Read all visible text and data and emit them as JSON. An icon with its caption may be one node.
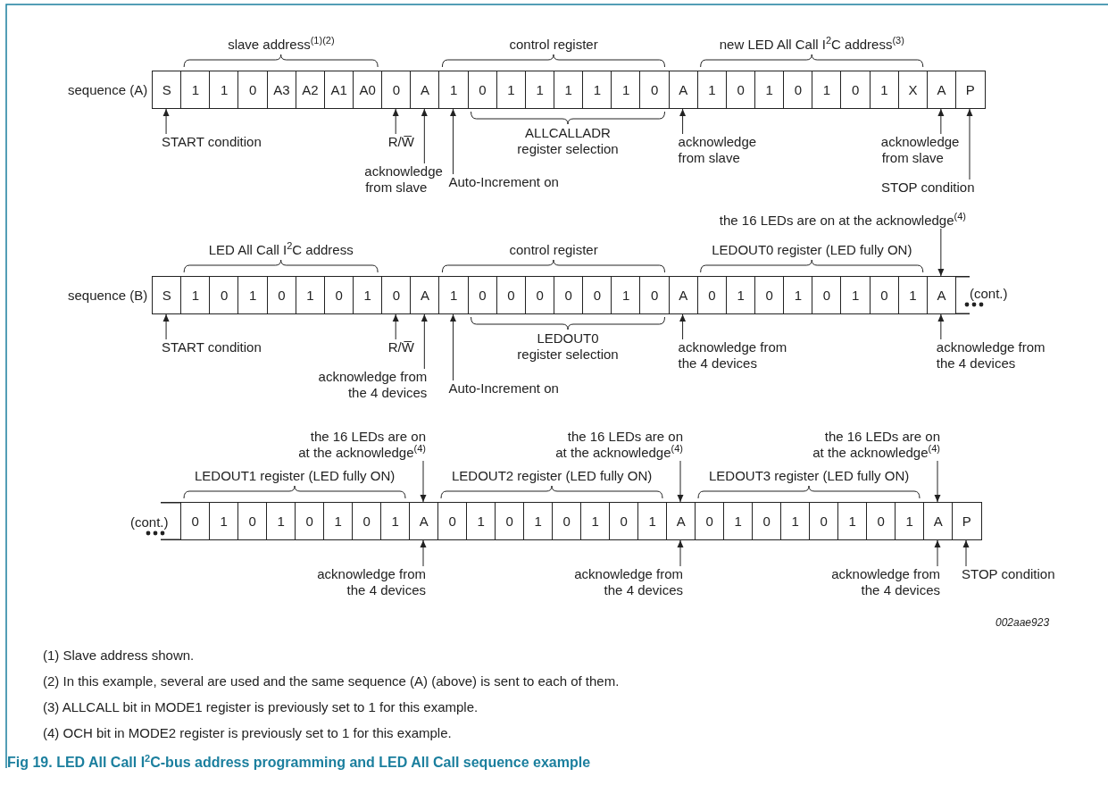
{
  "diagram": {
    "caption": "Fig 19. LED All Call I$^{2}$C-bus address programming and LED All Call sequence example",
    "nodes": [
      {
        "text": [
          "S"
        ]
      },
      {
        "text": [
          "1"
        ]
      },
      {
        "text": [
          "1"
        ]
      },
      {
        "text": [
          "0"
        ]
      },
      {
        "text": [
          "A3"
        ]
      },
      {
        "text": [
          "A2"
        ]
      },
      {
        "text": [
          "A1"
        ]
      },
      {
        "text": [
          "A0"
        ]
      },
      {
        "text": [
          "0"
        ]
      },
      {
        "text": [
          "A"
        ]
      },
      {
        "text": [
          "1"
        ]
      },
      {
        "text": [
          "0"
        ]
      },
      {
        "text": [
          "1"
        ]
      },
      {
        "text": [
          "1"
        ]
      },
      {
        "text": [
          "1"
        ]
      },
      {
        "text": [
          "1"
        ]
      },
      {
        "text": [
          "1"
        ]
      },
      {
        "text": [
          "0"
        ]
      },
      {
        "text": [
          "A"
        ]
      },
      {
        "text": [
          "1"
        ]
      },
      {
        "text": [
          "0"
        ]
      },
      {
        "text": [
          "1"
        ]
      },
      {
        "text": [
          "0"
        ]
      },
      {
        "text": [
          "1"
        ]
      },
      {
        "text": [
          "0"
        ]
      },
      {
        "text": [
          "1"
        ]
      },
      {
        "text": [
          "X"
        ]
      },
      {
        "text": [
          "A"
        ]
      },
      {
        "text": [
          "P"
        ]
      },
      {
        "text": [
          "S"
        ]
      },
      {
        "text": [
          "1"
        ]
      },
      {
        "text": [
          "0"
        ]
      },
      {
        "text": [
          "1"
        ]
      },
      {
        "text": [
          "0"
        ]
      },
      {
        "text": [
          "1"
        ]
      },
      {
        "text": [
          "0"
        ]
      },
      {
        "text": [
          "1"
        ]
      },
      {
        "text": [
          "0"
        ]
      },
      {
        "text": [
          "A"
        ]
      },
      {
        "text": [
          "1"
        ]
      },
      {
        "text": [
          "0"
        ]
      },
      {
        "text": [
          "0"
        ]
      },
      {
        "text": [
          "0"
        ]
      },
      {
        "text": [
          "0"
        ]
      },
      {
        "text": [
          "0"
        ]
      },
      {
        "text": [
          "1"
        ]
      },
      {
        "text": [
          "0"
        ]
      },
      {
        "text": [
          "A"
        ]
      },
      {
        "text": [
          "0"
        ]
      },
      {
        "text": [
          "1"
        ]
      },
      {
        "text": [
          "0"
        ]
      },
      {
        "text": [
          "1"
        ]
      },
      {
        "text": [
          "0"
        ]
      },
      {
        "text": [
          "1"
        ]
      },
      {
        "text": [
          "0"
        ]
      },
      {
        "text": [
          "1"
        ]
      },
      {
        "text": [
          "A"
        ]
      },
      {
        "text": [
          "0"
        ]
      },
      {
        "text": [
          "1"
        ]
      },
      {
        "text": [
          "0"
        ]
      },
      {
        "text": [
          "1"
        ]
      },
      {
        "text": [
          "0"
        ]
      },
      {
        "text": [
          "1"
        ]
      },
      {
        "text": [
          "0"
        ]
      },
      {
        "text": [
          "1"
        ]
      },
      {
        "text": [
          "A"
        ]
      },
      {
        "text": [
          "0"
        ]
      },
      {
        "text": [
          "1"
        ]
      },
      {
        "text": [
          "0"
        ]
      },
      {
        "text": [
          "1"
        ]
      },
      {
        "text": [
          "0"
        ]
      },
      {
        "text": [
          "1"
        ]
      },
      {
        "text": [
          "0"
        ]
      },
      {
        "text": [
          "1"
        ]
      },
      {
        "text": [
          "A"
        ]
      },
      {
        "text": [
          "0"
        ]
      },
      {
        "text": [
          "1"
        ]
      },
      {
        "text": [
          "0"
        ]
      },
      {
        "text": [
          "1"
        ]
      },
      {
        "text": [
          "0"
        ]
      },
      {
        "text": [
          "1"
        ]
      },
      {
        "text": [
          "0"
        ]
      },
      {
        "text": [
          "1"
        ]
      },
      {
        "text": [
          "A"
        ]
      },
      {
        "text": [
          "P"
        ]
      },
      {
        "text": [
          "START condition"
        ]
      },
      {
        "text": [
          "R/W̅"
        ]
      },
      {
        "text": [
          "acknowledge from slave"
        ]
      },
      {
        "text": [
          "Auto-Increment on"
        ]
      },
      {
        "text": [
          "acknowledge from slave"
        ]
      },
      {
        "text": [
          "acknowledge from slave"
        ]
      },
      {
        "text": [
          "STOP condition"
        ]
      },
      {
        "text": [
          "the 16 LEDs are on at the acknowledge$^{(4)}$"
        ]
      },
      {
        "text": [
          "START condition"
        ]
      },
      {
        "text": [
          "R/W̅"
        ]
      },
      {
        "text": [
          "acknowledge from the 4 devices"
        ]
      },
      {
        "text": [
          "Auto-Increment on"
        ]
      },
      {
        "text": [
          "acknowledge from the 4 devices"
        ]
      },
      {
        "text": [
          "acknowledge from the 4 devices"
        ]
      },
      {
        "text": [
          "the 16 LEDs are on at the acknowledge$^{(4)}$"
        ]
      },
      {
        "text": [
          "acknowledge from the 4 devices"
        ]
      },
      {
        "text": [
          "the 16 LEDs are on at the acknowledge$^{(4)}$"
        ]
      },
      {
        "text": [
          "acknowledge from the 4 devices"
        ]
      },
      {
        "text": [
          "the 16 LEDs are on at the acknowledge$^{(4)}$"
        ]
      },
      {
        "text": [
          "acknowledge from the 4 devices"
        ]
      },
      {
        "text": [
          "STOP condition"
        ]
      }
    ],
    "edges": [
      {
        "from": 85,
        "to": 0,
        "arrow": "to"
      },
      {
        "from": 86,
        "to": 8,
        "arrow": "to"
      },
      {
        "from": 87,
        "to": 9,
        "arrow": "to"
      },
      {
        "from": 88,
        "to": 10,
        "arrow": "to"
      },
      {
        "from": 89,
        "to": 18,
        "arrow": "to"
      },
      {
        "from": 90,
        "to": 27,
        "arrow": "to"
      },
      {
        "from": 91,
        "to": 28,
        "arrow": "to"
      },
      {
        "from": 92,
        "to": 56,
        "arrow": "to"
      },
      {
        "from": 93,
        "to": 29,
        "arrow": "to"
      },
      {
        "from": 94,
        "to": 37,
        "arrow": "to"
      },
      {
        "from": 95,
        "to": 38,
        "arrow": "to"
      },
      {
        "from": 96,
        "to": 39,
        "arrow": "to"
      },
      {
        "from": 97,
        "to": 47,
        "arrow": "to"
      },
      {
        "from": 98,
        "to": 56,
        "arrow": "to"
      },
      {
        "from": 99,
        "to": 65,
        "arrow": "to"
      },
      {
        "from": 100,
        "to": 65,
        "arrow": "to"
      },
      {
        "from": 101,
        "to": 74,
        "arrow": "to"
      },
      {
        "from": 102,
        "to": 74,
        "arrow": "to"
      },
      {
        "from": 103,
        "to": 83,
        "arrow": "to"
      },
      {
        "from": 104,
        "to": 83,
        "arrow": "to"
      },
      {
        "from": 105,
        "to": 84,
        "arrow": "to"
      }
    ],
    "labels": [
      "sequence (A)",
      "slave address$^{(1)(2)}$",
      "control register",
      "new LED All Call I$^{2}$C address$^{(3)}$",
      "ALLCALLADR register selection",
      "sequence (B)",
      "LED All Call I$^{2}$C address",
      "control register",
      "LEDOUT0 register (LED fully ON)",
      "LEDOUT0 register selection",
      "(cont.)",
      "(cont.)",
      "LEDOUT1 register (LED fully ON)",
      "LEDOUT2 register (LED fully ON)",
      "LEDOUT3 register (LED fully ON)",
      "002aae923",
      "(1) Slave address shown.",
      "(2) In this example, several are used and the same sequence (A) (above) is sent to each of them.",
      "(3) ALLCALL bit in MODE1 register is previously set to 1 for this example.",
      "(4) OCH bit in MODE2 register is previously set to 1 for this example."
    ]
  }
}
